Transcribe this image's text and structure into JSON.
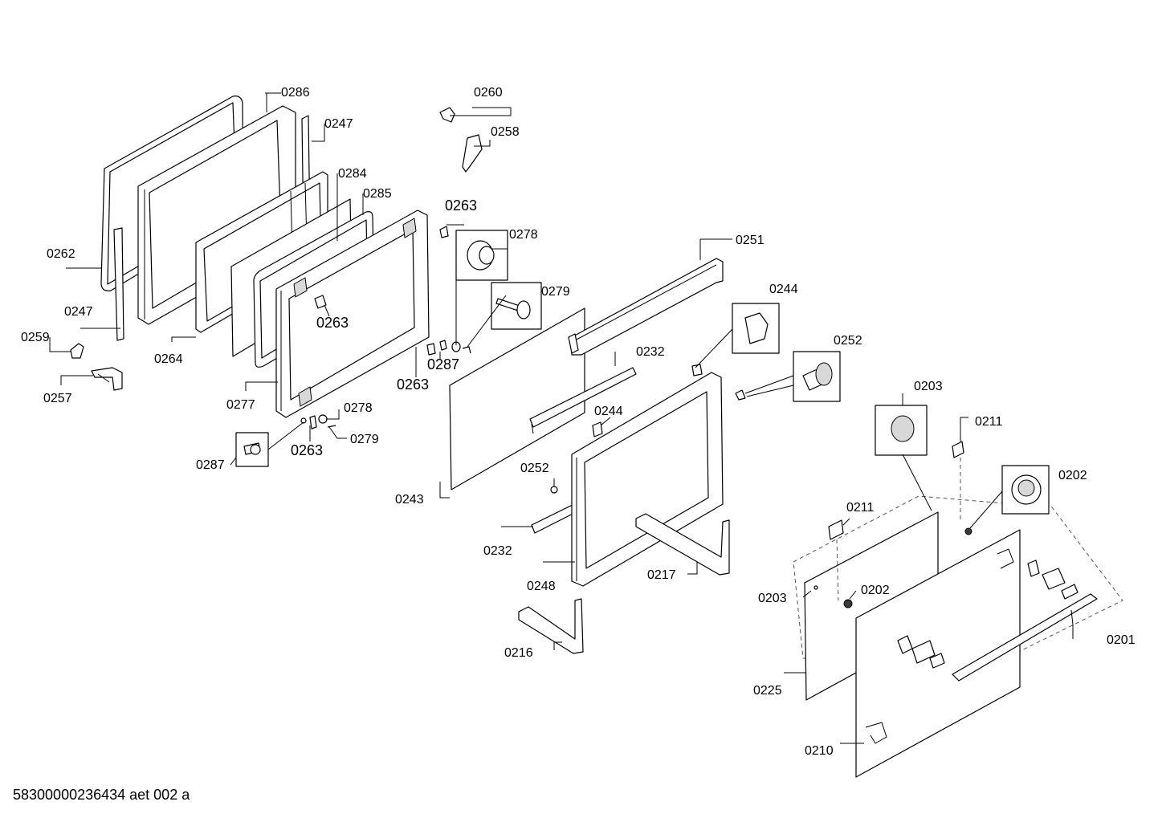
{
  "labels": {
    "l0286": "0286",
    "l0247a": "0247",
    "l0284": "0284",
    "l0285": "0285",
    "l0262": "0262",
    "l0247b": "0247",
    "l0259": "0259",
    "l0257": "0257",
    "l0264": "0264",
    "l0277": "0277",
    "l0260": "0260",
    "l0258": "0258",
    "l0263a": "0263",
    "l0263b": "0263",
    "l0263c": "0263",
    "l0263d": "0263",
    "l0278a": "0278",
    "l0279a": "0279",
    "l0287a": "0287",
    "l0278b": "0278",
    "l0279b": "0279",
    "l0287b": "0287",
    "l0243": "0243",
    "l0251": "0251",
    "l0244a": "0244",
    "l0232a": "0232",
    "l0244b": "0244",
    "l0252a": "0252",
    "l0252b": "0252",
    "l0232b": "0232",
    "l0248": "0248",
    "l0217": "0217",
    "l0216": "0216",
    "l0203a": "0203",
    "l0211a": "0211",
    "l0202a": "0202",
    "l0211b": "0211",
    "l0203b": "0203",
    "l0202b": "0202",
    "l0201": "0201",
    "l0225": "0225",
    "l0210": "0210"
  },
  "footer": "58300000236434 aet 002 a"
}
